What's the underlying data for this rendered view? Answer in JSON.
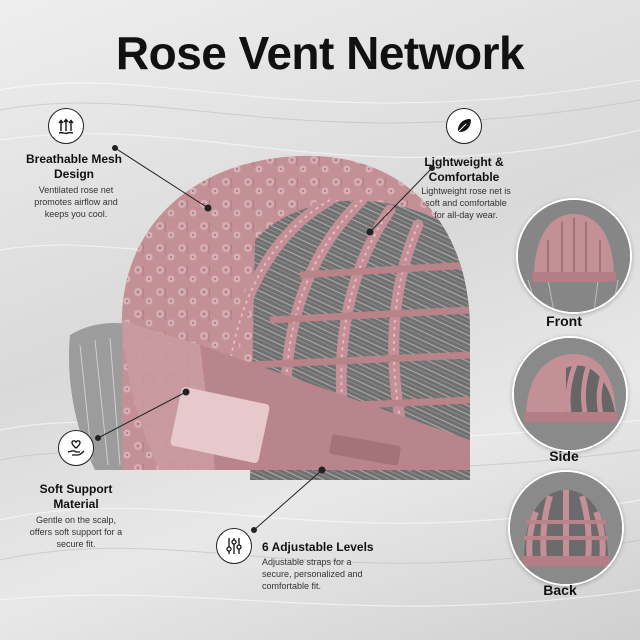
{
  "title": "Rose Vent Network",
  "features": {
    "breathable": {
      "title": "Breathable Mesh Design",
      "description": "Ventilated rose net promotes airflow and keeps you cool.",
      "icon": "airflow-arrows-icon"
    },
    "lightweight": {
      "title": "Lightweight & Comfortable",
      "description": "Lightweight rose net is soft and comfortable for all-day wear.",
      "icon": "feather-icon"
    },
    "soft_support": {
      "title": "Soft Support Material",
      "description": "Gentle on the scalp, offers soft support for a secure fit.",
      "icon": "heart-hand-icon"
    },
    "adjustable": {
      "title": "6 Adjustable Levels",
      "description": "Adjustable straps for a secure, personalized and comfortable fit.",
      "icon": "sliders-icon"
    }
  },
  "views": [
    {
      "label": "Front"
    },
    {
      "label": "Side"
    },
    {
      "label": "Back"
    }
  ],
  "colors": {
    "cap_pink": "#c9949a",
    "hair_gray": "#8a8a8a",
    "text": "#111111"
  }
}
